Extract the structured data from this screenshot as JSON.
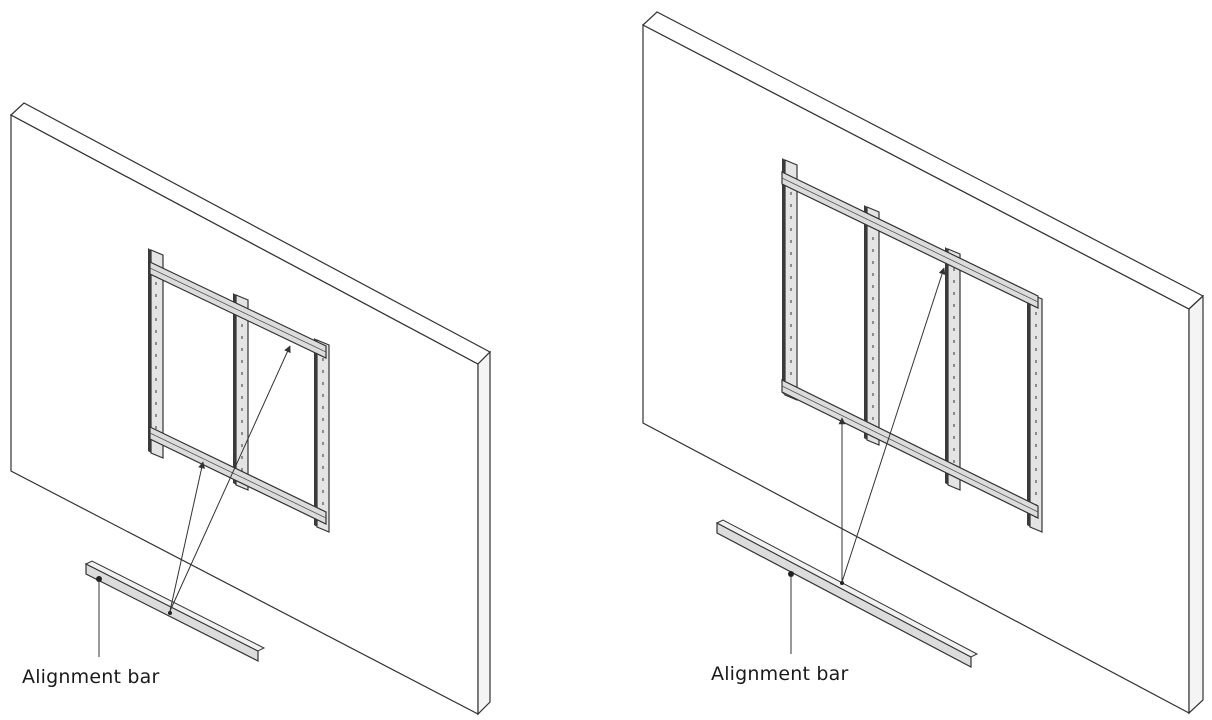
{
  "figures": [
    {
      "id": "left",
      "description_label": "Alignment bar"
    },
    {
      "id": "right",
      "description_label": "Alignment bar"
    }
  ],
  "colors": {
    "line": "#333333",
    "wall_face": "#ffffff",
    "bracket_fill": "#dcdcdc",
    "bracket_dark": "#3a3a3a"
  },
  "icons": [
    "wall-panel",
    "mounting-bracket",
    "alignment-bar",
    "arrow"
  ]
}
